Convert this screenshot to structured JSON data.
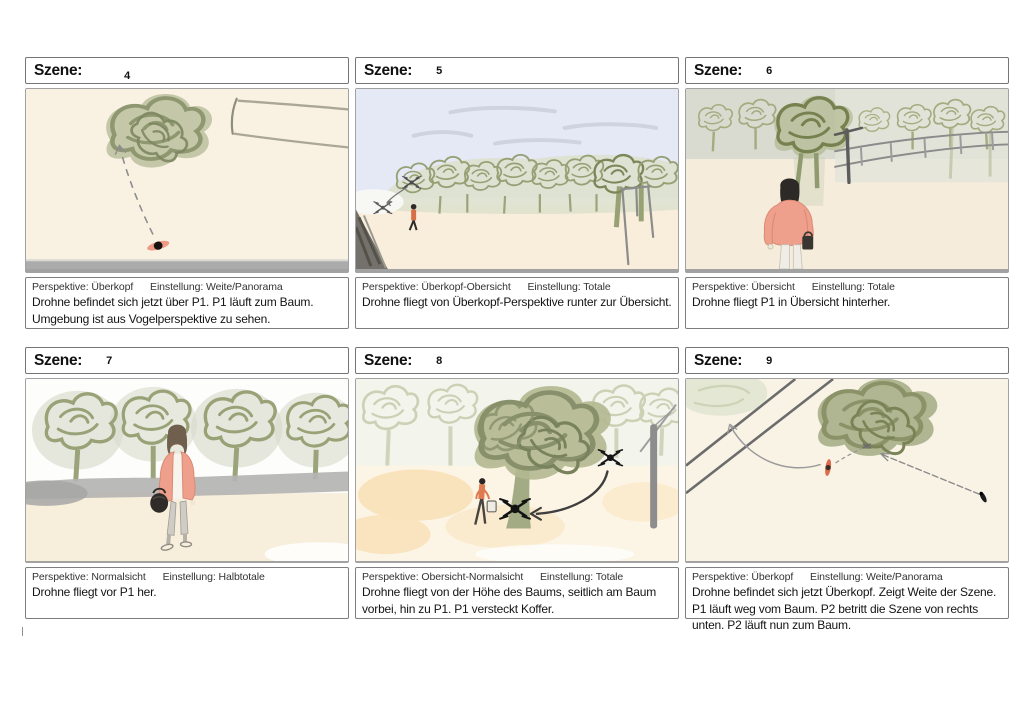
{
  "palette": {
    "page_background": "#ffffff",
    "panel_border": "#7e7e7e",
    "sketch_cream": "#f9f2e3",
    "sky_blue": "#e5e9f5",
    "olive_stroke": "#9aa37a",
    "olive_fill": "#c6cba9",
    "path_gray": "#b4b4b2",
    "jacket_salmon": "#efa08c",
    "ink_dark": "#1f1f1f",
    "arrow_gray": "#6f6f6f"
  },
  "scenes": [
    {
      "label": "Szene:",
      "number": "4",
      "perspektive_label": "Perspektive:",
      "perspektive_value": "Überkopf",
      "einstellung_label": "Einstellung:",
      "einstellung_value": "Weite/Panorama",
      "description": "Drohne befindet sich jetzt über P1. P1 läuft zum Baum. Umgebung ist aus Vogelperspektive zu sehen.",
      "sketch": "overhead-view-drone-above-p1-walking-to-tree"
    },
    {
      "label": "Szene:",
      "number": "5",
      "perspektive_label": "Perspektive:",
      "perspektive_value": "Überkopf-Obersicht",
      "einstellung_label": "Einstellung:",
      "einstellung_value": "Totale",
      "description": "Drohne fliegt von Überkopf-Perspektive runter zur Übersicht.",
      "sketch": "drone-descending-over-treeline-p1-walking"
    },
    {
      "label": "Szene:",
      "number": "6",
      "perspektive_label": "Perspektive:",
      "perspektive_value": "Übersicht",
      "einstellung_label": "Einstellung:",
      "einstellung_value": "Totale",
      "description": "Drohne fliegt P1 in Übersicht hinterher.",
      "sketch": "p1-from-behind-walking-toward-trees"
    },
    {
      "label": "Szene:",
      "number": "7",
      "perspektive_label": "Perspektive:",
      "perspektive_value": "Normalsicht",
      "einstellung_label": "Einstellung:",
      "einstellung_value": "Halbtotale",
      "description": "Drohne fliegt vor P1 her.",
      "sketch": "p1-frontal-walking-with-suitcase"
    },
    {
      "label": "Szene:",
      "number": "8",
      "perspektive_label": "Perspektive:",
      "perspektive_value": "Obersicht-Normalsicht",
      "einstellung_label": "Einstellung:",
      "einstellung_value": "Totale",
      "description": "Drohne fliegt von der Höhe des Baums, seitlich am Baum vorbei, hin zu P1. P1 versteckt Koffer.",
      "sketch": "drone-flying-past-tree-down-to-p1"
    },
    {
      "label": "Szene:",
      "number": "9",
      "perspektive_label": "Perspektive:",
      "perspektive_value": "Überkopf",
      "einstellung_label": "Einstellung:",
      "einstellung_value": "Weite/Panorama",
      "description": "Drohne befindet sich jetzt Überkopf. Zeigt Weite der Szene. P1 läuft weg vom Baum. P2 betritt die Szene von rechts unten. P2 läuft nun zum Baum.",
      "sketch": "overhead-view-p1-leaving-p2-entering"
    }
  ]
}
